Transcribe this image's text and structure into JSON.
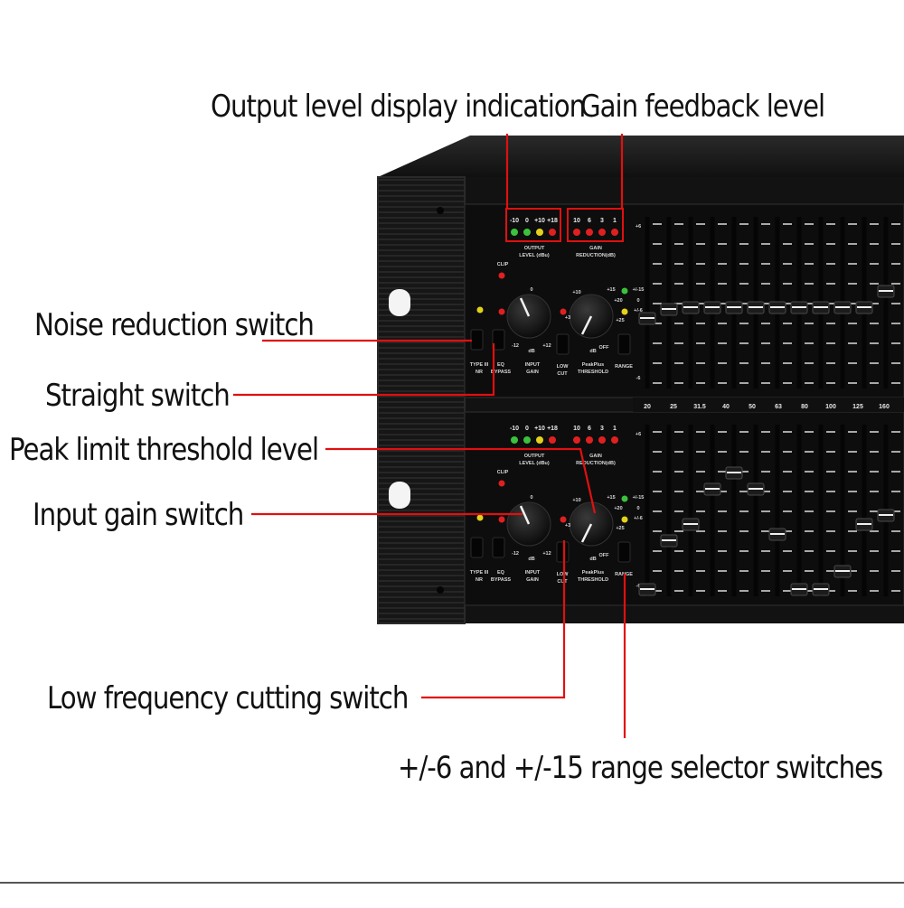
{
  "callouts": {
    "output_level": "Output level display indication",
    "gain_feedback": "Gain feedback level",
    "noise_reduction": "Noise reduction switch",
    "straight": "Straight switch",
    "peak_limit": "Peak limit threshold level",
    "input_gain": "Input gain switch",
    "low_cut": "Low frequency cutting switch",
    "range": "+/-6 and +/-15 range selector switches"
  },
  "panel": {
    "output_meter_labels": [
      "-10",
      "0",
      "+10",
      "+18"
    ],
    "output_meter_title": [
      "OUTPUT",
      "LEVEL (dBu)"
    ],
    "gain_meter_labels": [
      "10",
      "6",
      "3",
      "1"
    ],
    "gain_meter_title": [
      "GAIN",
      "REDUCTION(dB)"
    ],
    "clip_label": "CLIP",
    "type_label": "TYPE III",
    "nr_label": "NR",
    "eq_label": "EQ",
    "bypass_label": "BYPASS",
    "input_label": "INPUT",
    "gain_label": "GAIN",
    "low_label": "LOW",
    "cut_label": "CUT",
    "peakplus_label": "PeakPlus",
    "threshold_label": "THRESHOLD",
    "range_label": "RANGE",
    "range_values": [
      "+/-15",
      "+/-6"
    ],
    "input_ticks": [
      "-12",
      "+12",
      "0",
      "dB"
    ],
    "threshold_ticks": [
      "+10",
      "+15",
      "+20",
      "+25",
      "+3",
      "dB",
      "OFF"
    ],
    "fader_scale": [
      "+6",
      "0",
      "-6"
    ],
    "frequencies": [
      "20",
      "25",
      "31.5",
      "40",
      "50",
      "63",
      "80",
      "100",
      "125",
      "160"
    ]
  },
  "colors": {
    "leader": "#e01010",
    "led_green": "#3cc13c",
    "led_yellow": "#e4d21a",
    "led_red": "#e02020",
    "chassis": "#141414"
  }
}
